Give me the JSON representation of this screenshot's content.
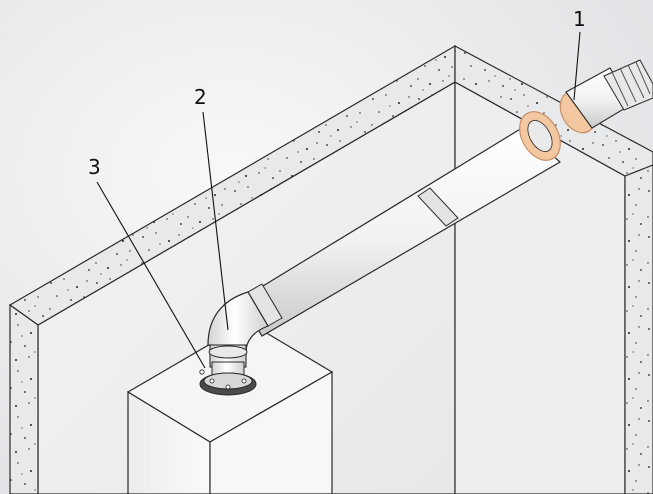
{
  "callouts": [
    {
      "id": "1",
      "label": "1"
    },
    {
      "id": "2",
      "label": "2"
    },
    {
      "id": "3",
      "label": "3"
    }
  ],
  "colors": {
    "background_light": "#f4f5f6",
    "background_dark": "#dfe1e4",
    "wall_concrete": "#e6e7e8",
    "wall_speckle": "#222222",
    "wall_interior": "#eff0f1",
    "pipe_light": "#f7f7f7",
    "pipe_shade": "#c9cacb",
    "rosette": "#f3c7a0",
    "rosette_dark": "#d59870",
    "outline": "#2a2a2a",
    "boiler": "#f2f2f2"
  },
  "icons": [
    "flue-terminal-icon",
    "wall-rosette-icon",
    "elbow-bend-icon",
    "boiler-adapter-icon"
  ]
}
